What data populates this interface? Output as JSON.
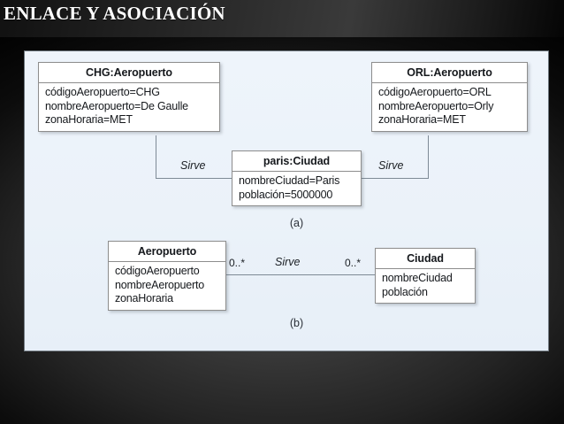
{
  "slide": {
    "title": "ENLACE Y ASOCIACIÓN",
    "background_color": "#000000",
    "panel_color": "#eef4fb"
  },
  "diagram_a": {
    "caption": "(a)",
    "objects": [
      {
        "name": "CHG:Aeropuerto",
        "attributes": [
          "códigoAeropuerto=CHG",
          "nombreAeropuerto=De Gaulle",
          "zonaHoraria=MET"
        ]
      },
      {
        "name": "ORL:Aeropuerto",
        "attributes": [
          "códigoAeropuerto=ORL",
          "nombreAeropuerto=Orly",
          "zonaHoraria=MET"
        ]
      },
      {
        "name": "paris:Ciudad",
        "attributes": [
          "nombreCiudad=Paris",
          "población=5000000"
        ]
      }
    ],
    "links": [
      {
        "label": "Sirve",
        "from": "CHG:Aeropuerto",
        "to": "paris:Ciudad"
      },
      {
        "label": "Sirve",
        "from": "ORL:Aeropuerto",
        "to": "paris:Ciudad"
      }
    ]
  },
  "diagram_b": {
    "caption": "(b)",
    "classes": [
      {
        "name": "Aeropuerto",
        "attributes": [
          "códigoAeropuerto",
          "nombreAeropuerto",
          "zonaHoraria"
        ]
      },
      {
        "name": "Ciudad",
        "attributes": [
          "nombreCiudad",
          "población"
        ]
      }
    ],
    "association": {
      "label": "Sirve",
      "multiplicity_left": "0..*",
      "multiplicity_right": "0..*"
    }
  }
}
